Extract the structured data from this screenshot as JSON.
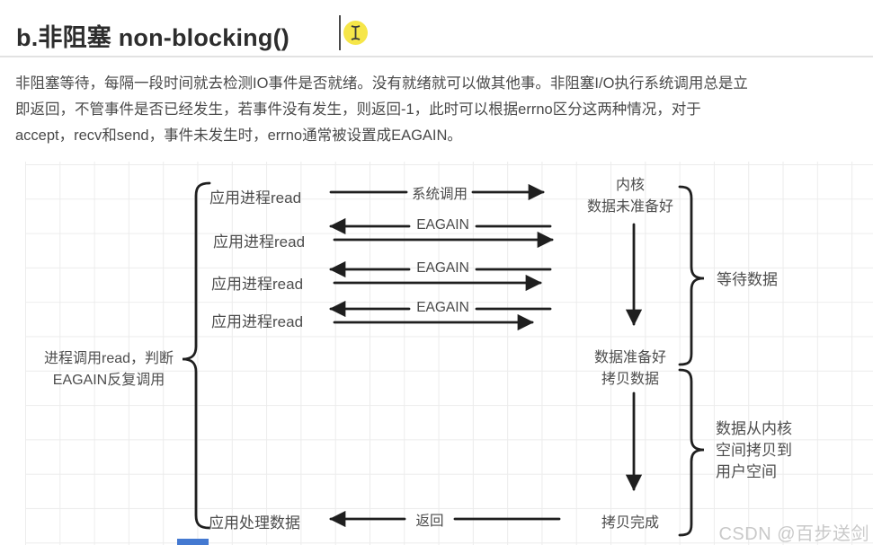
{
  "page": {
    "title": "b.非阻塞 non-blocking()",
    "paragraph_lines": [
      "非阻塞等待，每隔一段时间就去检测IO事件是否就绪。没有就绪就可以做其他事。非阻塞I/O执行系统调用总是立",
      "即返回，不管事件是否已经发生，若事件没有发生，则返回-1，此时可以根据errno区分这两种情况，对于",
      "accept，recv和send，事件未发生时，errno通常被设置成EAGAIN。"
    ]
  },
  "diagram": {
    "app_read_label": "应用进程read",
    "app_process_label": "应用处理数据",
    "left_note_line1": "进程调用read，判断",
    "left_note_line2": "EAGAIN反复调用",
    "arrow_labels": {
      "syscall": "系统调用",
      "eagain": "EAGAIN",
      "return": "返回"
    },
    "kernel": {
      "title": "内核",
      "not_ready": "数据未准备好",
      "ready": "数据准备好",
      "copy": "拷贝数据",
      "copy_done": "拷贝完成"
    },
    "braces": {
      "wait": "等待数据",
      "copy_note_line1": "数据从内核",
      "copy_note_line2": "空间拷贝到",
      "copy_note_line3": "用户空间"
    }
  },
  "watermark": "CSDN @百步送剑",
  "colors": {
    "accent_yellow": "#f6e649",
    "stroke_dark": "#1f1f1f",
    "text_gray": "#4a4a4a",
    "grid_line": "#ececec",
    "watermark_gray": "#c9c9c9",
    "blue_bar": "#4479d1"
  }
}
